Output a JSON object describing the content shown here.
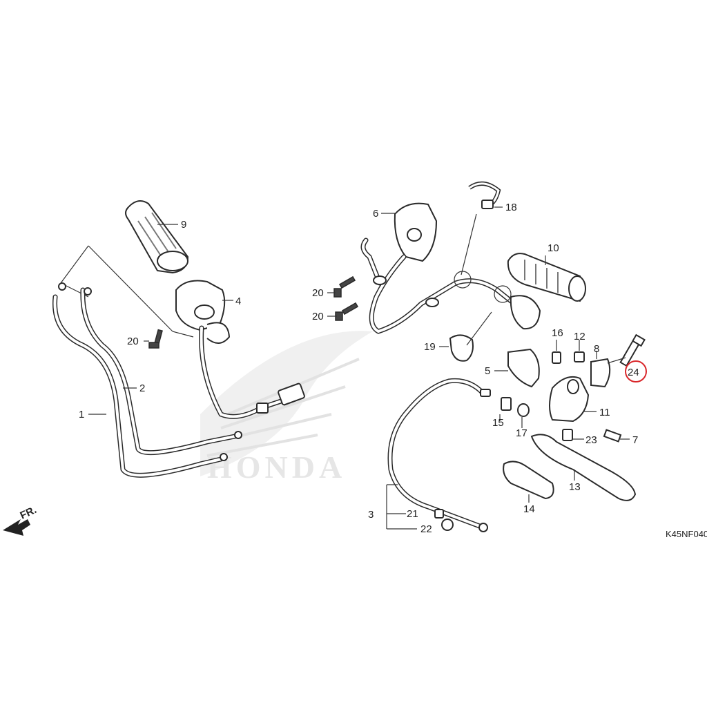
{
  "diagram": {
    "code": "K45NF040",
    "front_marker": "FR.",
    "watermark": "HONDA",
    "highlight_color": "#d9262a",
    "callouts": {
      "p1": "1",
      "p2": "2",
      "p3": "3",
      "p4": "4",
      "p5": "5",
      "p6": "6",
      "p7": "7",
      "p8": "8",
      "p9": "9",
      "p10": "10",
      "p11": "11",
      "p12": "12",
      "p13": "13",
      "p14": "14",
      "p15": "15",
      "p16": "16",
      "p17": "17",
      "p18": "18",
      "p19": "19",
      "p20a": "20",
      "p20b": "20",
      "p20c": "20",
      "p21": "21",
      "p22": "22",
      "p23": "23",
      "p24": "24"
    }
  }
}
